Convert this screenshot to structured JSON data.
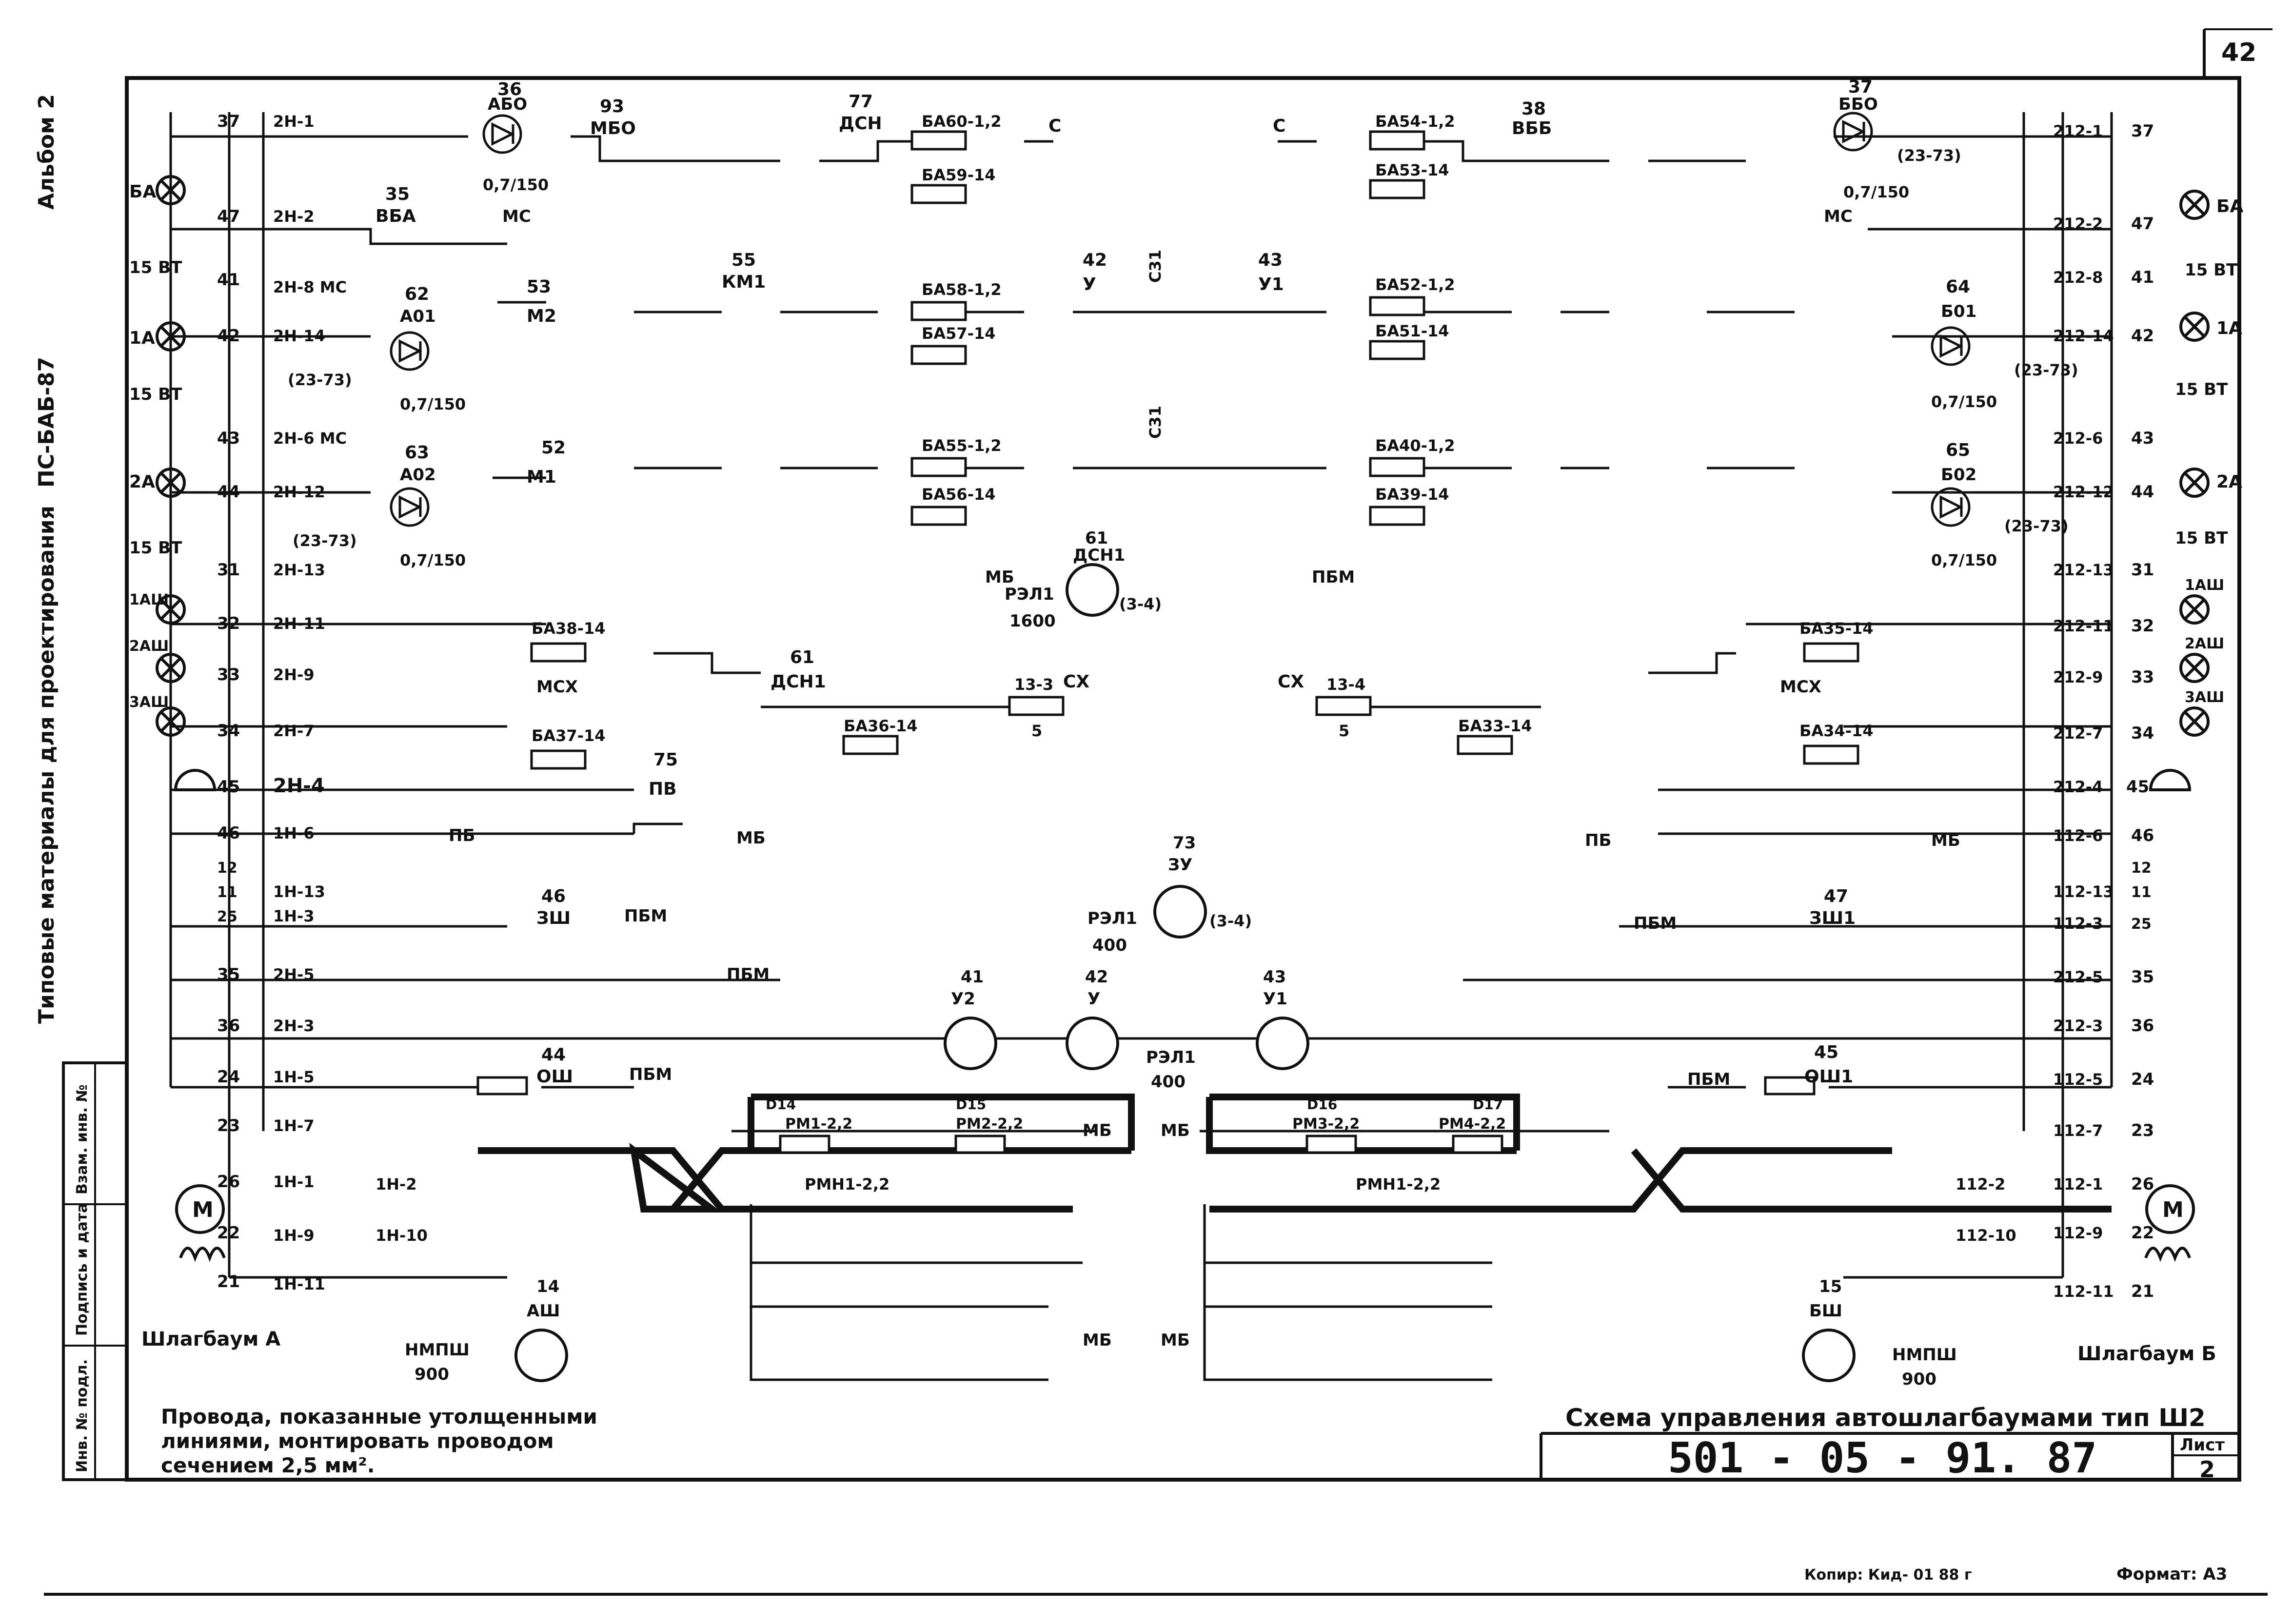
{
  "sheet_top_number": "42",
  "left_margin": {
    "album": "Альбом 2",
    "code": "ПС-БАБ-87",
    "vertical_title": "Типовые материалы для проектирования"
  },
  "stamp_cells": [
    "Инв. № подл.",
    "Подпись и дата",
    "Взам. инв. №"
  ],
  "title_block": {
    "caption": "Схема управления автошлагбаумами тип Ш2",
    "doc_number": "501 - 05 - 91. 87",
    "sheet_label": "Лист",
    "sheet_value": "2"
  },
  "note": [
    "Провода, показанные утолщенными",
    "линиями, монтировать проводом",
    "сечением 2,5 мм²."
  ],
  "footer": {
    "copy": "Копир: Кид- 01 88 г",
    "format": "Формат: А3"
  },
  "barrier_labels": {
    "left": "Шлагбаум А",
    "right": "Шлагбаум Б"
  },
  "motor_symbol": "М",
  "lamp_labels_left": [
    "БА",
    "1А",
    "2А",
    "1АШ",
    "2АШ",
    "3АШ"
  ],
  "lamp_labels_right": [
    "БА",
    "1А",
    "2А",
    "1АШ",
    "2АШ",
    "3АШ"
  ],
  "lamp_power": [
    "15 ВТ",
    "15 ВТ",
    "15 ВТ",
    "15 ВТ",
    "15 ВТ",
    "15 ВТ"
  ],
  "terminals_left": [
    "37",
    "47",
    "41",
    "42",
    "43",
    "44",
    "31",
    "32",
    "33",
    "34",
    "45",
    "46",
    "12",
    "11",
    "25",
    "35",
    "36",
    "24",
    "23",
    "26",
    "22",
    "21"
  ],
  "terminals_right": [
    "37",
    "47",
    "41",
    "42",
    "43",
    "44",
    "31",
    "32",
    "33",
    "34",
    "45",
    "46",
    "12",
    "11",
    "25",
    "35",
    "36",
    "24",
    "23",
    "26",
    "22",
    "21"
  ],
  "cable_left": [
    "2Н-1",
    "2Н-2",
    "2Н-8 МС",
    "2Н-14",
    "2Н-6 МС",
    "2Н-12",
    "2Н-13",
    "2Н-11",
    "2Н-9",
    "2Н-7",
    "2Н-4",
    "1Н-6",
    "1Н-13",
    "1Н-3",
    "2Н-5",
    "2Н-3",
    "1Н-5",
    "1Н-7",
    "1Н-1",
    "1Н-9",
    "1Н-11"
  ],
  "cable_right": [
    "212-1",
    "212-2",
    "212-8",
    "212-14",
    "212-6",
    "212-12",
    "212-13",
    "212-11",
    "212-9",
    "212-7",
    "212-4",
    "112-6",
    "112-13",
    "112-3",
    "212-5",
    "212-3",
    "112-5",
    "112-7",
    "112-1",
    "112-9",
    "112-11"
  ],
  "jumpers": {
    "left": [
      "1Н-2",
      "1Н-10"
    ],
    "right": [
      "112-2",
      "112-10"
    ]
  },
  "relays_top": [
    {
      "num": "35",
      "name": "ВБА"
    },
    {
      "num": "77",
      "name": "ДСН"
    },
    {
      "num": "38",
      "name": "ВББ"
    },
    {
      "num": "93",
      "name": "МБО"
    },
    {
      "num": "55",
      "name": "КМ1"
    },
    {
      "num": "53",
      "name": "М2"
    },
    {
      "num": "52",
      "name": "М1"
    },
    {
      "num": "42",
      "name": "У"
    },
    {
      "num": "43",
      "name": "У1"
    },
    {
      "num": "61",
      "name": "ДСН1"
    },
    {
      "num": "75",
      "name": "ПВ"
    },
    {
      "num": "46",
      "name": "ЗШ"
    },
    {
      "num": "47",
      "name": "ЗШ1"
    },
    {
      "num": "44",
      "name": "ОШ"
    },
    {
      "num": "45",
      "name": "ОШ1"
    }
  ],
  "led_blocks": [
    {
      "num": "36",
      "name": "АБО"
    },
    {
      "num": "37",
      "name": "ББО"
    },
    {
      "num": "62",
      "name": "А01"
    },
    {
      "num": "64",
      "name": "Б01"
    },
    {
      "num": "63",
      "name": "А02"
    },
    {
      "num": "65",
      "name": "Б02"
    }
  ],
  "diode_rating": "0,7/150",
  "diode_note": "(23-73)",
  "resistors": [
    "БА60-1,2",
    "БА59-14",
    "БА54-1,2",
    "БА53-14",
    "БА58-1,2",
    "БА57-14",
    "БА52-1,2",
    "БА51-14",
    "БА55-1,2",
    "БА56-14",
    "БА40-1,2",
    "БА39-14",
    "БА38-14",
    "БА37-14",
    "БА35-14",
    "БА34-14",
    "БА36-14",
    "БА33-14"
  ],
  "fuses": [
    {
      "name": "13-3",
      "value": "5"
    },
    {
      "name": "13-4",
      "value": "5"
    }
  ],
  "coils": [
    {
      "num": "61",
      "name": "ДСН1",
      "type": "РЭЛ1",
      "value": "1600",
      "note": "(3-4)"
    },
    {
      "num": "73",
      "name": "ЗУ",
      "type": "РЭЛ1",
      "value": "400",
      "note": "(3-4)"
    },
    {
      "num": "41",
      "name": "У2"
    },
    {
      "num": "42",
      "name": "У"
    },
    {
      "num": "43",
      "name": "У1",
      "type": "РЭЛ1",
      "value": "400"
    },
    {
      "num": "14",
      "name": "АШ",
      "type": "НМПШ",
      "value": "900"
    },
    {
      "num": "15",
      "name": "БШ",
      "type": "НМПШ",
      "value": "900"
    }
  ],
  "bus_labels": [
    "С",
    "СХ",
    "МС",
    "МБ",
    "ПБ",
    "ПБМ",
    "МСХ",
    "С31"
  ],
  "rm_blocks": [
    "РМ1-2,2",
    "РМ2-2,2",
    "РМ3-2,2",
    "РМ4-2,2"
  ],
  "rmn_blocks": [
    "РМН1-2,2",
    "РМН1-2,2"
  ],
  "diode_ids": [
    "D14",
    "D15",
    "D16",
    "D17"
  ]
}
